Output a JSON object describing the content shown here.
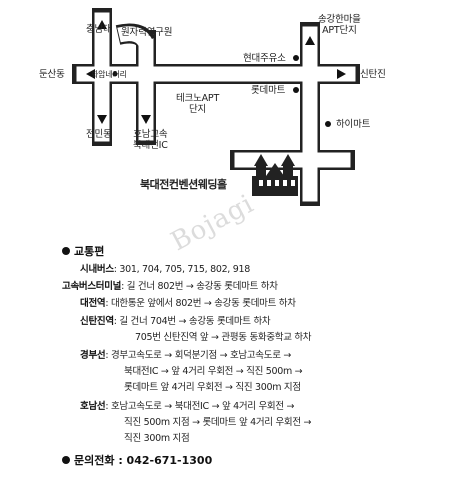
{
  "map": {
    "labels": {
      "chungnam_univ": "충남대",
      "atomic_institute": "원자력연구원",
      "songgang_apt_line1": "송강한마을",
      "songgang_apt_line2": "APT단지",
      "dunsan_dong": "둔산동",
      "hwaam_junction": "화암네거리",
      "hyundai_gas": "현대주유소",
      "sintanjin_east": "신탄진",
      "techno_apt_line1": "테크노APT",
      "techno_apt_line2": "단지",
      "lotte_mart": "롯데마트",
      "jeonmin_dong": "전민동",
      "honam_expressway_line1": "호남고속",
      "honam_expressway_line2": "북대전IC",
      "hi_mart": "하이마트",
      "wedding_hall": "북대전컨벤션웨딩홀"
    },
    "watermark": "Bojagi"
  },
  "info": {
    "transport_title": "교통편",
    "city_bus_key": "시내버스",
    "city_bus_value": ": 301, 704, 705, 715, 802, 918",
    "express_terminal_key": "고속버스터미널",
    "express_terminal_value": ": 길 건너 802번 → 송강동 롯데마트 하차",
    "daejeon_station_key": "대전역",
    "daejeon_station_value": ": 대한통운 앞에서 802번 → 송강동 롯데마트 하차",
    "sintanjin_station_key": "신탄진역",
    "sintanjin_station_line1": ": 길 건너 704번 → 송강동 롯데마트 하차",
    "sintanjin_station_line2": "705번 신탄진역 앞 → 관평동 동화중학교 하차",
    "gyeongbu_key": "경부선",
    "gyeongbu_line1": ": 경부고속도로 → 회덕분기점 → 호남고속도로 →",
    "gyeongbu_line2": "북대전IC → 앞 4거리 우회전 → 직진 500m →",
    "gyeongbu_line3": "롯데마트 앞 4거리 우회전 → 직진 300m 지점",
    "honam_key": "호남선",
    "honam_line1": ": 호남고속도로 → 북대전IC → 앞 4거리 우회전 →",
    "honam_line2": "직진 500m 지점 → 롯데마트 앞 4거리 우회전 →",
    "honam_line3": "직진 300m 지점",
    "contact_title": "문의전화",
    "contact_value": ": 042-671-1300"
  },
  "colors": {
    "road_outline": "#222222",
    "road_fill": "#ffffff",
    "marker": "#111111"
  }
}
